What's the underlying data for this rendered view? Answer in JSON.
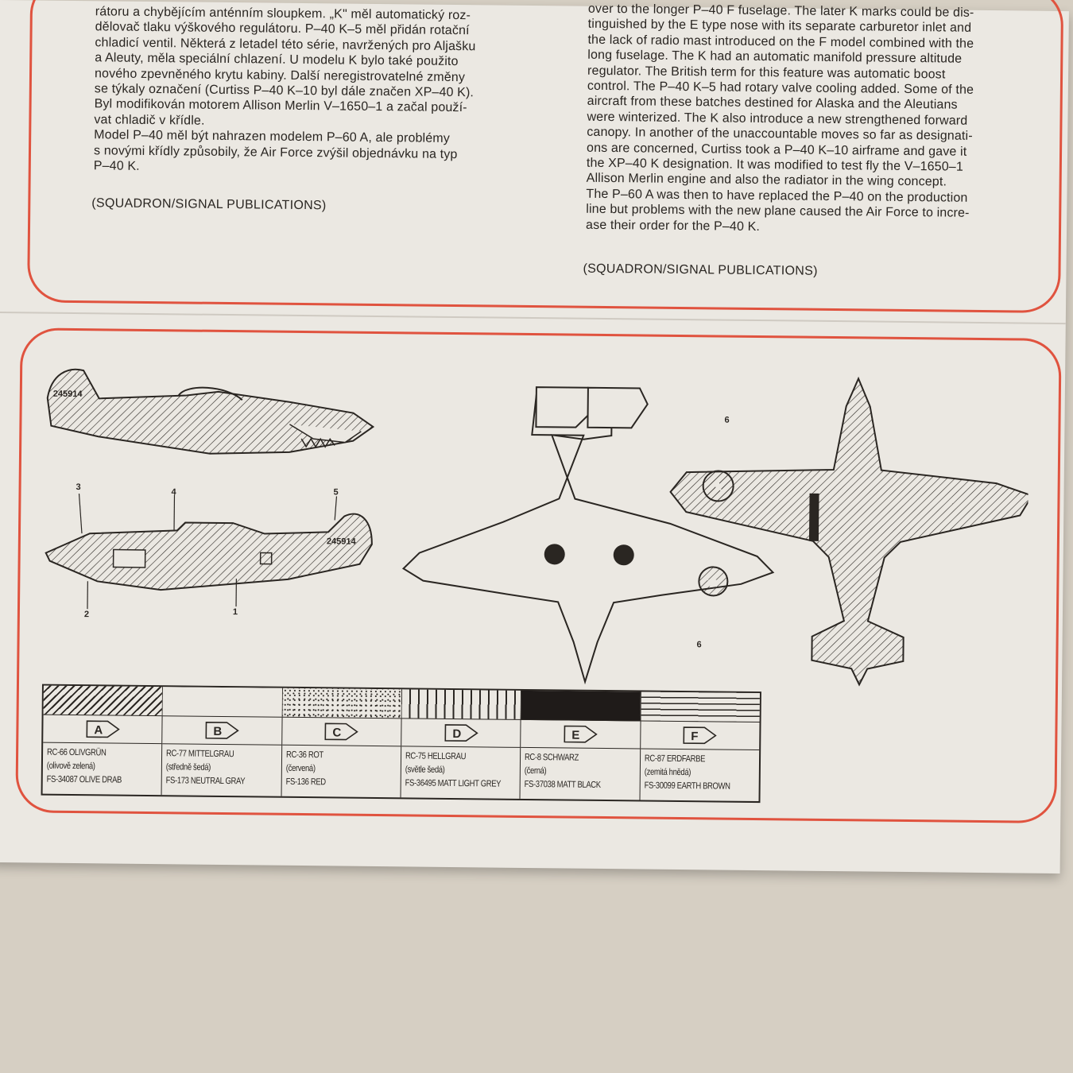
{
  "text_cz": {
    "lines": "rátoru a chybějícím anténním sloupkem. „K\" měl automatický roz-\ndělovač tlaku výškového regulátoru. P–40 K–5 měl přidán rotační\nchladicí ventil. Některá z letadel této série, navržených pro Aljašku\na Aleuty, měla speciální chlazení. U modelu K bylo také použito\nnového zpevněného krytu kabiny. Další neregistrovatelné změny\nse týkaly označení (Curtiss P–40 K–10 byl dále značen XP–40 K).\nByl modifikován motorem Allison Merlin V–1650–1 a začal použí-\nvat chladič v křídle.\nModel P–40 měl být nahrazen modelem P–60 A, ale problémy\ns novými křídly způsobily, že Air Force zvýšil objednávku na typ\nP–40 K.",
    "publisher": "(SQUADRON/SIGNAL PUBLICATIONS)"
  },
  "text_en": {
    "lines": "over to the longer P–40 F fuselage. The later K marks could be dis-\ntinguished by the E type nose with its separate carburetor inlet and\nthe lack of radio mast introduced on the F model combined with the\nlong fuselage. The K had an automatic manifold pressure altitude\nregulator. The British term for this feature was automatic boost\ncontrol. The P–40 K–5 had rotary valve cooling added. Some of the\naircraft from these batches destined for Alaska and the Aleutians\nwere winterized. The K also introduce a new strengthened forward\ncanopy. In another of the unaccountable moves so far as designati-\nons are concerned, Curtiss took a P–40 K–10 airframe and gave it\nthe XP–40 K designation. It was modified to test fly the V–1650–1\nAllison Merlin engine and also the radiator in the wing concept.\nThe P–60 A was then to have replaced the P–40 on the production\nline but problems with the new plane caused the Air Force to incre-\nase their order for the P–40 K.",
    "publisher": "(SQUADRON/SIGNAL PUBLICATIONS)"
  },
  "drawings": {
    "serial_top": "245914",
    "serial_side": "245914",
    "callouts": [
      "1",
      "2",
      "3",
      "4",
      "5",
      "6",
      "6"
    ]
  },
  "legend": [
    {
      "letter": "A",
      "code": "RC-66 OLIVGRÜN",
      "czech": "(olivově zelená)",
      "fs": "FS-34087 OLIVE DRAB",
      "pattern": "diagonal-hatch"
    },
    {
      "letter": "B",
      "code": "RC-77 MITTELGRAU",
      "czech": "(středně šedá)",
      "fs": "FS-173 NEUTRAL GRAY",
      "pattern": "blank"
    },
    {
      "letter": "C",
      "code": "RC-36 ROT",
      "czech": "(červená)",
      "fs": "FS-136 RED",
      "pattern": "stipple"
    },
    {
      "letter": "D",
      "code": "RC-75 HELLGRAU",
      "czech": "(světle šedá)",
      "fs": "FS-36495 MATT LIGHT GREY",
      "pattern": "vertical-lines"
    },
    {
      "letter": "E",
      "code": "RC-8 SCHWARZ",
      "czech": "(černá)",
      "fs": "FS-37038 MATT BLACK",
      "pattern": "solid-black"
    },
    {
      "letter": "F",
      "code": "RC-87 ERDFARBE",
      "czech": "(zemitá hnědá)",
      "fs": "FS-30099 EARTH BROWN",
      "pattern": "horizontal-lines"
    }
  ],
  "colors": {
    "border_red": "#e0533f",
    "ink": "#2a2622",
    "paper": "#ebe8e2"
  }
}
